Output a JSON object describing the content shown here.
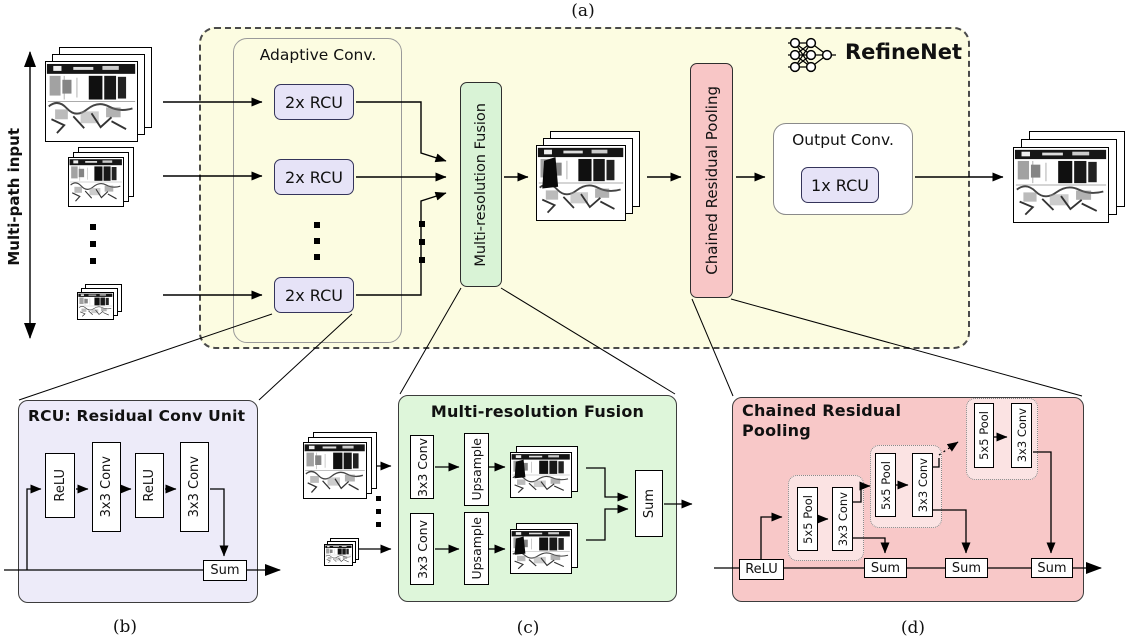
{
  "panel_labels": {
    "a": "(a)",
    "b": "(b)",
    "c": "(c)",
    "d": "(d)"
  },
  "colors": {
    "main_panel_yellow": "#fcfce1",
    "rcu_lavender": "#e6e3f7",
    "fusion_green": "#d9f3d6",
    "pooling_pink": "#f8c6c6",
    "rcu_panel_lavender": "#edebf9",
    "fusion_panel_green": "#def6da",
    "pooling_panel_pink": "#f8c8c8",
    "pool_subblock_pink": "#fbe3e3"
  },
  "main": {
    "multipath_label": "Multi-path input",
    "refinenet_title": "RefineNet",
    "adaptive_conv_title": "Adaptive Conv.",
    "rcu_boxes": [
      "2x RCU",
      "2x RCU",
      "2x RCU"
    ],
    "fusion_label": "Multi-resolution Fusion",
    "crp_label": "Chained Residual Pooling",
    "output_conv_title": "Output Conv.",
    "output_rcu_label": "1x RCU"
  },
  "rcu_detail": {
    "title": "RCU: Residual Conv Unit",
    "units": [
      "ReLU",
      "3x3 Conv",
      "ReLU",
      "3x3 Conv"
    ],
    "sum_label": "Sum"
  },
  "fusion_detail": {
    "title": "Multi-resolution Fusion",
    "conv_labels": [
      "3x3 Conv",
      "3x3 Conv"
    ],
    "upsample_labels": [
      "Upsample",
      "Upsample"
    ],
    "sum_label": "Sum"
  },
  "crp_detail": {
    "title_line1": "Chained Residual",
    "title_line2": "Pooling",
    "relu_label": "ReLU",
    "pool_labels": [
      "5x5 Pool",
      "5x5 Pool",
      "5x5 Pool"
    ],
    "conv_labels": [
      "3x3 Conv",
      "3x3 Conv",
      "3x3 Conv"
    ],
    "sum_labels": [
      "Sum",
      "Sum",
      "Sum"
    ]
  }
}
